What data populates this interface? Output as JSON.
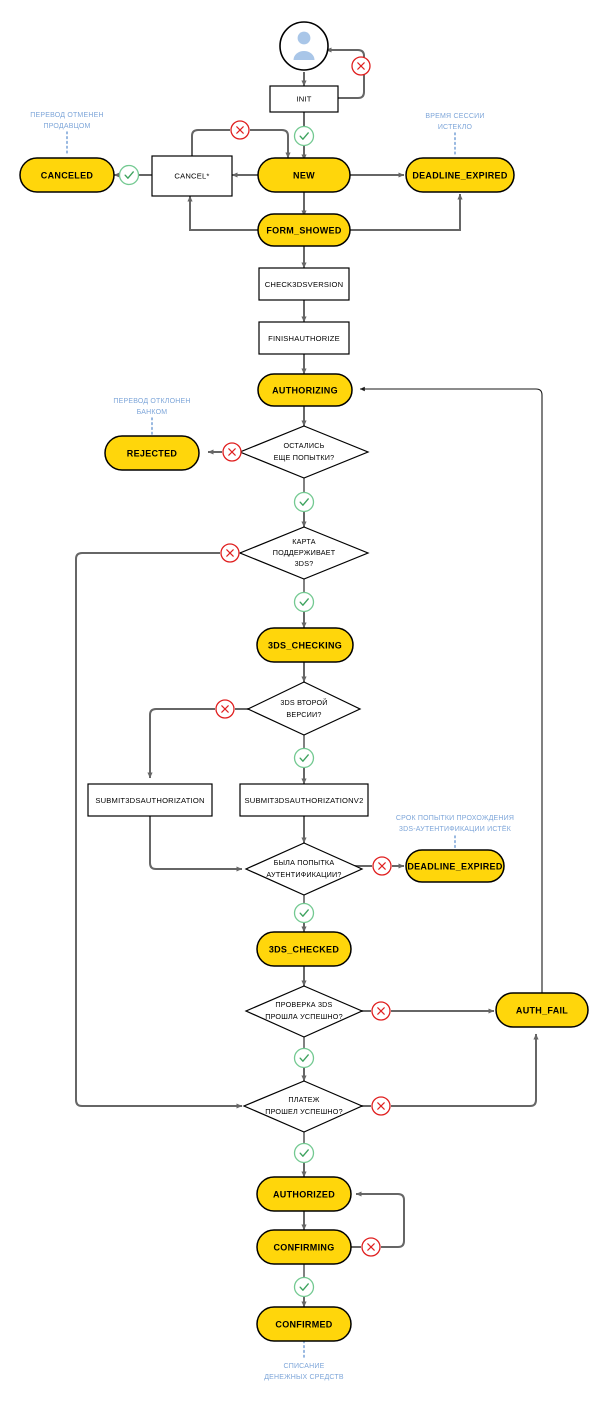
{
  "diagram": {
    "title": "Payment state machine flowchart",
    "colors": {
      "state_fill": "#ffd60b",
      "process_fill": "#ffffff",
      "edge": "#666666",
      "annotation_text": "#7ea6d9",
      "ok_marker": "#73c991",
      "fail_marker": "#e02020",
      "avatar": "#a9c6e8"
    },
    "nodes": {
      "actor": "user-avatar",
      "init": "INIT",
      "canceled": "CANCELED",
      "cancel": "CANCEL*",
      "new": "NEW",
      "deadline_expired_top": "DEADLINE_EXPIRED",
      "form_showed": "FORM_SHOWED",
      "check3dsversion": "CHECK3DSVERSION",
      "finishauthorize": "FINISHAUTHORIZE",
      "authorizing": "AUTHORIZING",
      "rejected": "REJECTED",
      "dec_attempts": "ОСТАЛИСЬ ЕЩЕ ПОПЫТКИ?",
      "dec_attempts_l1": "ОСТАЛИСЬ",
      "dec_attempts_l2": "ЕЩЕ ПОПЫТКИ?",
      "dec_card3ds_l1": "КАРТА",
      "dec_card3ds_l2": "ПОДДЕРЖИВАЕТ",
      "dec_card3ds_l3": "3DS?",
      "threeds_checking": "3DS_CHECKING",
      "dec_v2_l1": "3DS ВТОРОЙ",
      "dec_v2_l2": "ВЕРСИИ?",
      "submit3dsauthorization": "SUBMIT3DSAUTHORIZATION",
      "submit3dsauthorizationv2": "SUBMIT3DSAUTHORIZATIONV2",
      "dec_attempt_made_l1": "БЫЛА ПОПЫТКА",
      "dec_attempt_made_l2": "АУТЕНТИФИКАЦИИ?",
      "deadline_expired_3ds": "DEADLINE_EXPIRED",
      "threeds_checked": "3DS_CHECKED",
      "dec_3ds_ok_l1": "ПРОВЕРКА 3DS",
      "dec_3ds_ok_l2": "ПРОШЛА УСПЕШНО?",
      "auth_fail": "AUTH_FAIL",
      "dec_pay_ok_l1": "ПЛАТЕЖ",
      "dec_pay_ok_l2": "ПРОШЕЛ УСПЕШНО?",
      "authorized": "AUTHORIZED",
      "confirming": "CONFIRMING",
      "confirmed": "CONFIRMED"
    },
    "annotations": {
      "canceled_l1": "ПЕРЕВОД ОТМЕНЕН",
      "canceled_l2": "ПРОДАВЦОМ",
      "session_l1": "ВРЕМЯ СЕССИИ",
      "session_l2": "ИСТЕКЛО",
      "rejected_l1": "ПЕРЕВОД ОТКЛОНЕН",
      "rejected_l2": "БАНКОМ",
      "deadline3ds_l1": "СРОК ПОПЫТКИ ПРОХОЖДЕНИЯ",
      "deadline3ds_l2": "3DS-АУТЕНТИФИКАЦИИ ИСТЁК",
      "confirmed_l1": "СПИСАНИЕ",
      "confirmed_l2": "ДЕНЕЖНЫХ СРЕДСТВ"
    },
    "markers": {
      "ok": "check-circle-icon",
      "fail": "cross-circle-icon"
    }
  }
}
